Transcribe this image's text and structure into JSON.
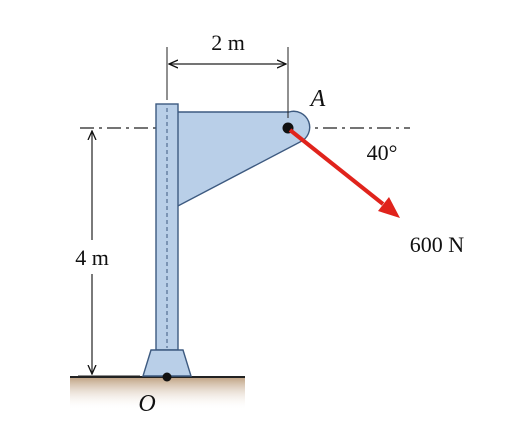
{
  "diagram": {
    "labels": {
      "horizontal_dimension": "2 m",
      "vertical_dimension": "4 m",
      "point_a": "A",
      "origin": "O",
      "angle": "40°",
      "force": "600 N"
    },
    "colors": {
      "member_fill": "#b9cfe8",
      "member_edge": "#3d5a80",
      "force_arrow": "#e0231c",
      "ground": "#c2a587",
      "ink": "#111111"
    }
  }
}
